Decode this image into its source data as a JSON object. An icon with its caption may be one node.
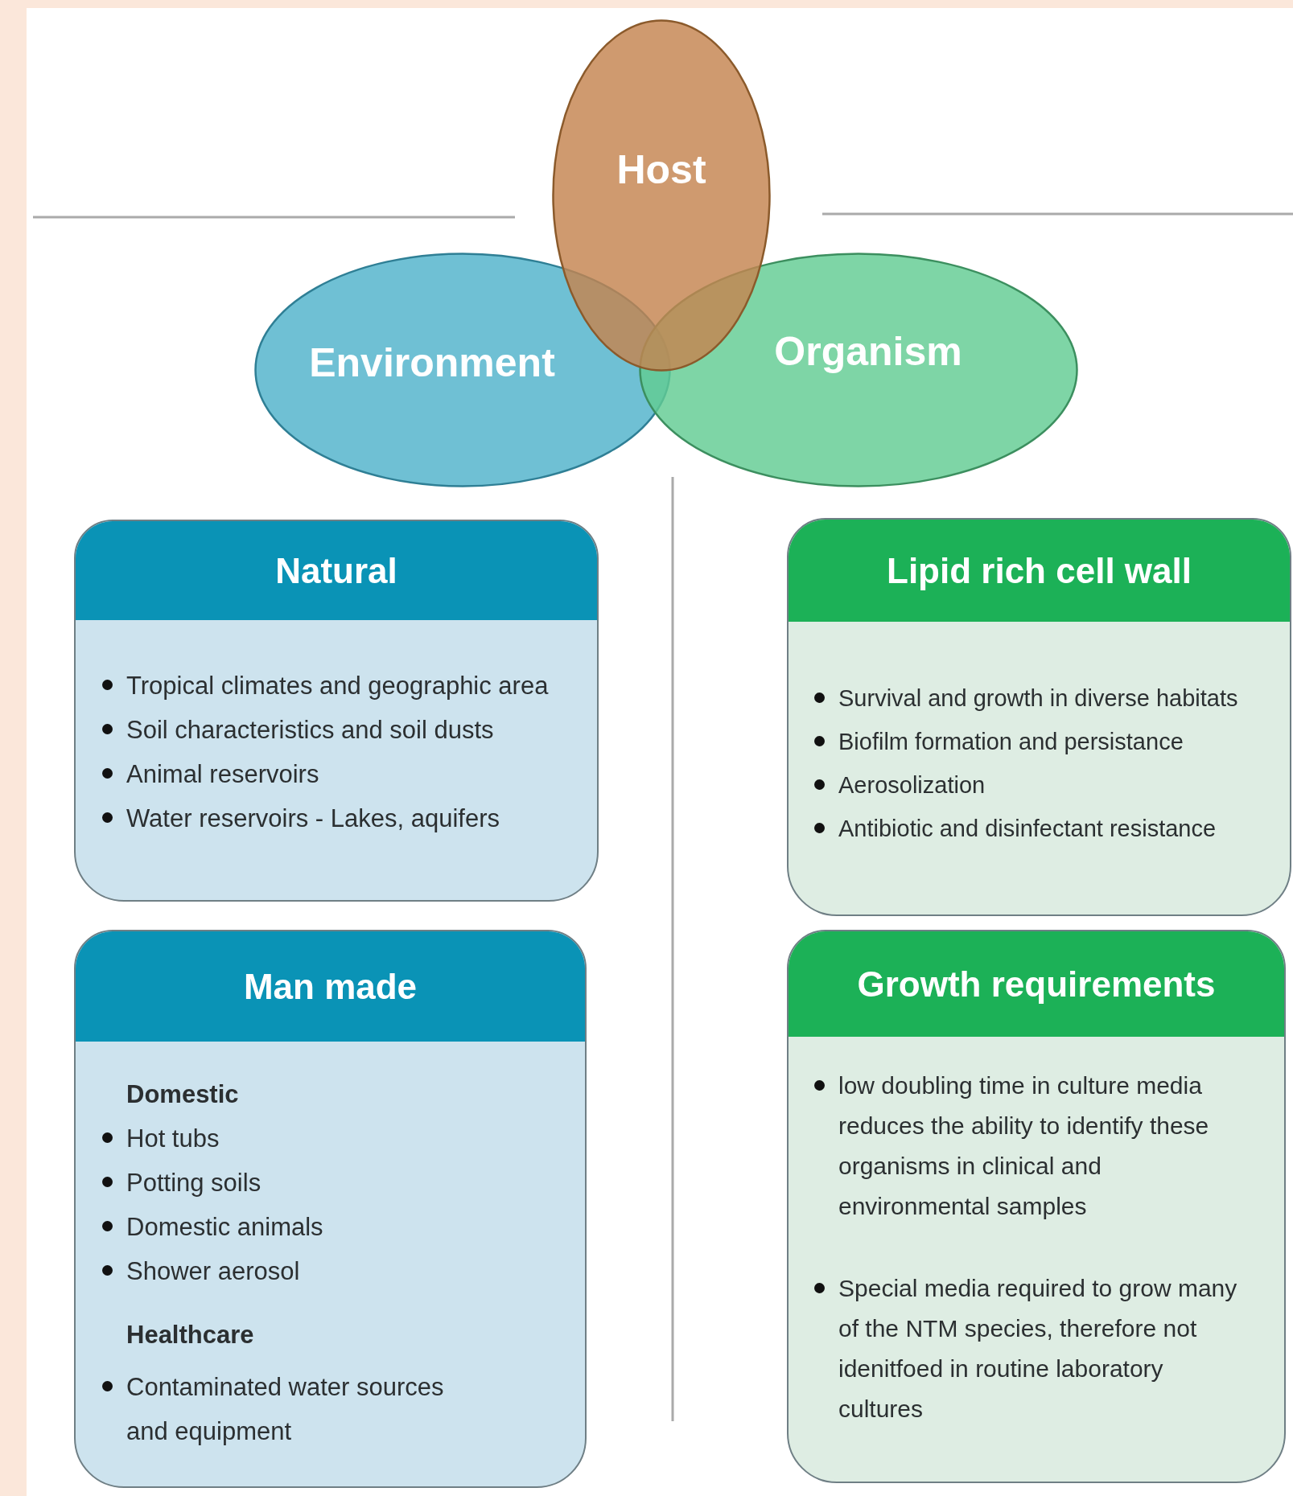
{
  "diagram": {
    "nodes": [
      {
        "text": [
          "Host"
        ]
      },
      {
        "text": [
          "Environment"
        ]
      },
      {
        "text": [
          "Organism"
        ]
      },
      {
        "text": [
          "Natural",
          "Tropical climates and geographic area",
          "Soil characteristics and soil dusts",
          "Animal reservoirs",
          "Water reservoirs - Lakes, aquifers"
        ]
      },
      {
        "text": [
          "Lipid rich cell wall",
          "Survival and growth in diverse habitats",
          "Biofilm formation and persistance",
          "Aerosolization",
          "Antibiotic and disinfectant resistance"
        ]
      },
      {
        "text": [
          "Man made",
          "Domestic",
          "Hot tubs",
          "Potting soils",
          "Domestic animals",
          "Shower aerosol",
          "Healthcare",
          "Contaminated water sources and equipment"
        ]
      },
      {
        "text": [
          "Growth requirements",
          "low doubling time in culture media reduces the ability to identify these organisms in clinical and environmental samples",
          "Special media required to grow many of the NTM species, therefore not idenitfoed in routine laboratory cultures"
        ]
      }
    ]
  }
}
